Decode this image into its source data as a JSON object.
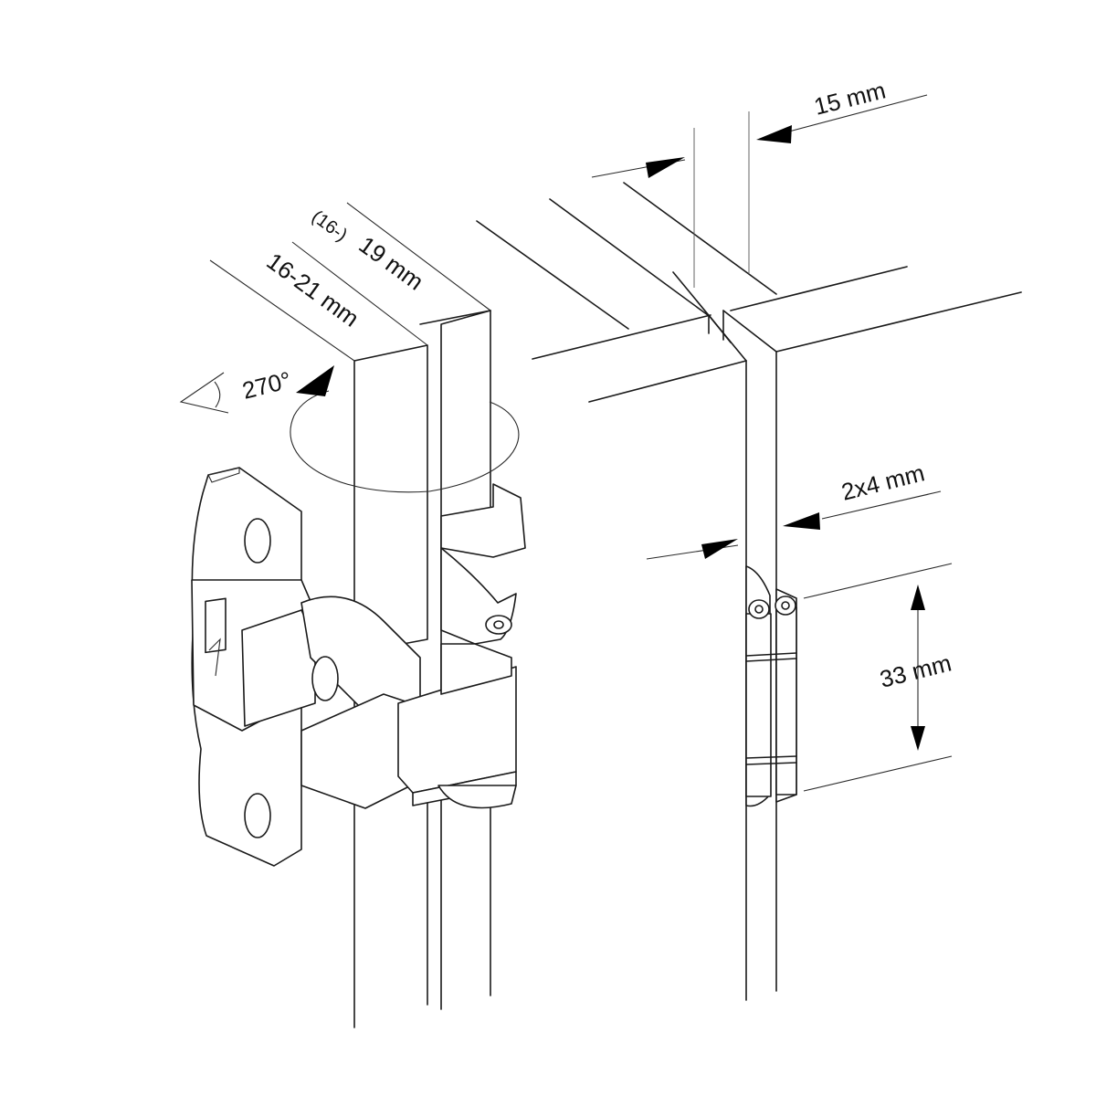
{
  "labels": {
    "thickness_range": "16-21 mm",
    "thickness_prefix": "(16-)",
    "thickness_main": "19 mm",
    "opening_angle": "270°",
    "offset_top": "15 mm",
    "gap": "2x4 mm",
    "hinge_height": "33 mm"
  },
  "colors": {
    "line": "#1a1a1a",
    "fill": "#ffffff",
    "arrow": "#000000"
  }
}
